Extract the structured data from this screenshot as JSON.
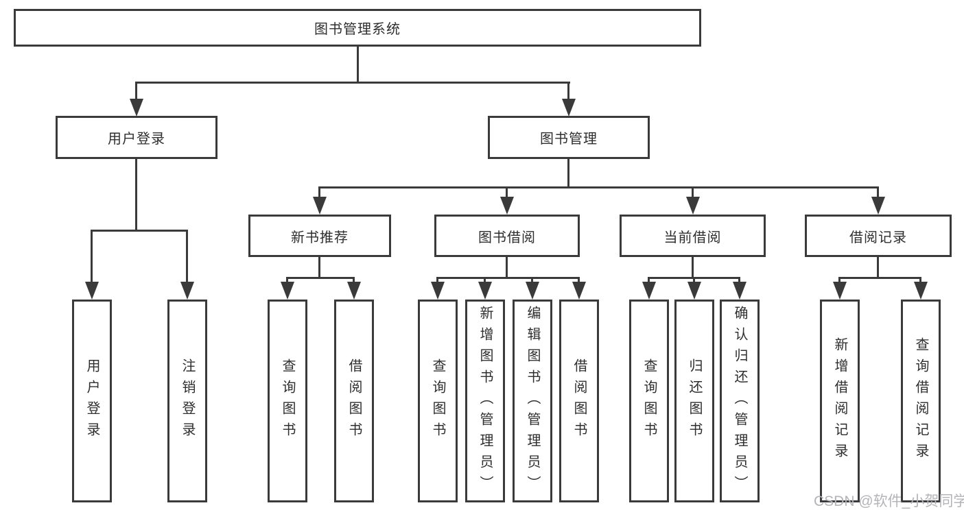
{
  "diagram": {
    "root": {
      "label": "图书管理系统"
    },
    "level2": [
      {
        "label": "用户登录"
      },
      {
        "label": "图书管理"
      }
    ],
    "level3": [
      {
        "label": "新书推荐"
      },
      {
        "label": "图书借阅"
      },
      {
        "label": "当前借阅"
      },
      {
        "label": "借阅记录"
      }
    ],
    "leaves": {
      "user_login": [
        {
          "label": "用户登录"
        },
        {
          "label": "注销登录"
        }
      ],
      "new_book": [
        {
          "label": "查询图书"
        },
        {
          "label": "借阅图书"
        }
      ],
      "book_borrow": [
        {
          "label": "查询图书"
        },
        {
          "label": "新增图书（管理员）"
        },
        {
          "label": "编辑图书（管理员）"
        },
        {
          "label": "借阅图书"
        }
      ],
      "current_borrow": [
        {
          "label": "查询图书"
        },
        {
          "label": "归还图书"
        },
        {
          "label": "确认归还（管理员）"
        }
      ],
      "borrow_record": [
        {
          "label": "新增借阅记录"
        },
        {
          "label": "查询借阅记录"
        }
      ]
    },
    "watermark": "CSDN @软件_小贺同学",
    "colors": {
      "line": "#3a3a3a",
      "text": "#2e2e2e",
      "watermark": "#b4b4b8",
      "background": "#ffffff"
    }
  }
}
